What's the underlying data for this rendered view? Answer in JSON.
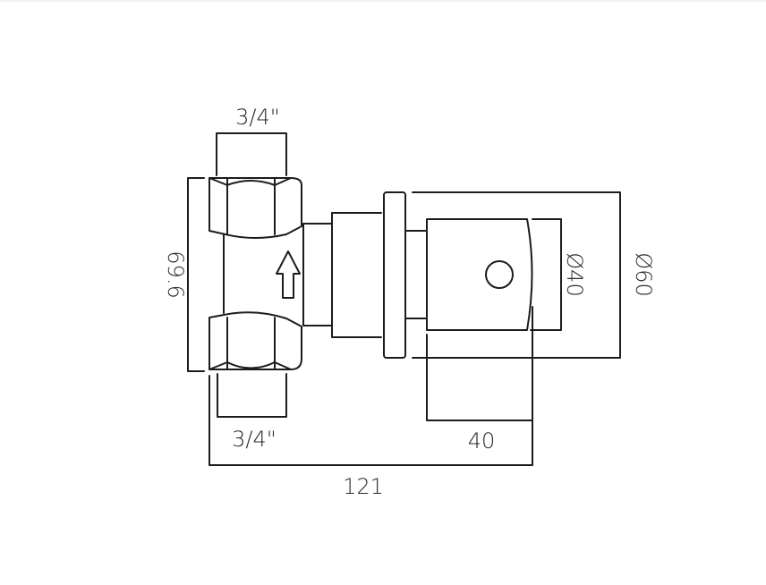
{
  "drawing": {
    "title": "Valve technical drawing",
    "line_color": "#1c1c1c",
    "background": "#ffffff",
    "dimensions": {
      "top_thread": "3/4\"",
      "bottom_thread": "3/4\"",
      "height": "69.6",
      "inner_diameter": "Ø40",
      "outer_diameter": "Ø60",
      "handle_depth": "40",
      "overall_length": "121"
    },
    "icons": {
      "flow_arrow": "arrow-up-icon"
    }
  }
}
